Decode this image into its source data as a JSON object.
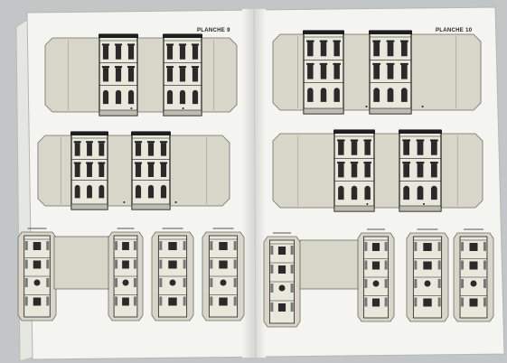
{
  "photo": {
    "subject": "open book of cut-out paper building facades",
    "colors": {
      "background": "#c3c6c7",
      "page": "#f4f4f1",
      "card": "#d8d6c8",
      "facade": "#e9e8dd",
      "ink": "#1e1e1e",
      "window": "#2a2a2a"
    }
  },
  "left_page": {
    "plate_label": "PLANCHE 9"
  },
  "right_page": {
    "plate_label": "PLANCHE 10"
  }
}
